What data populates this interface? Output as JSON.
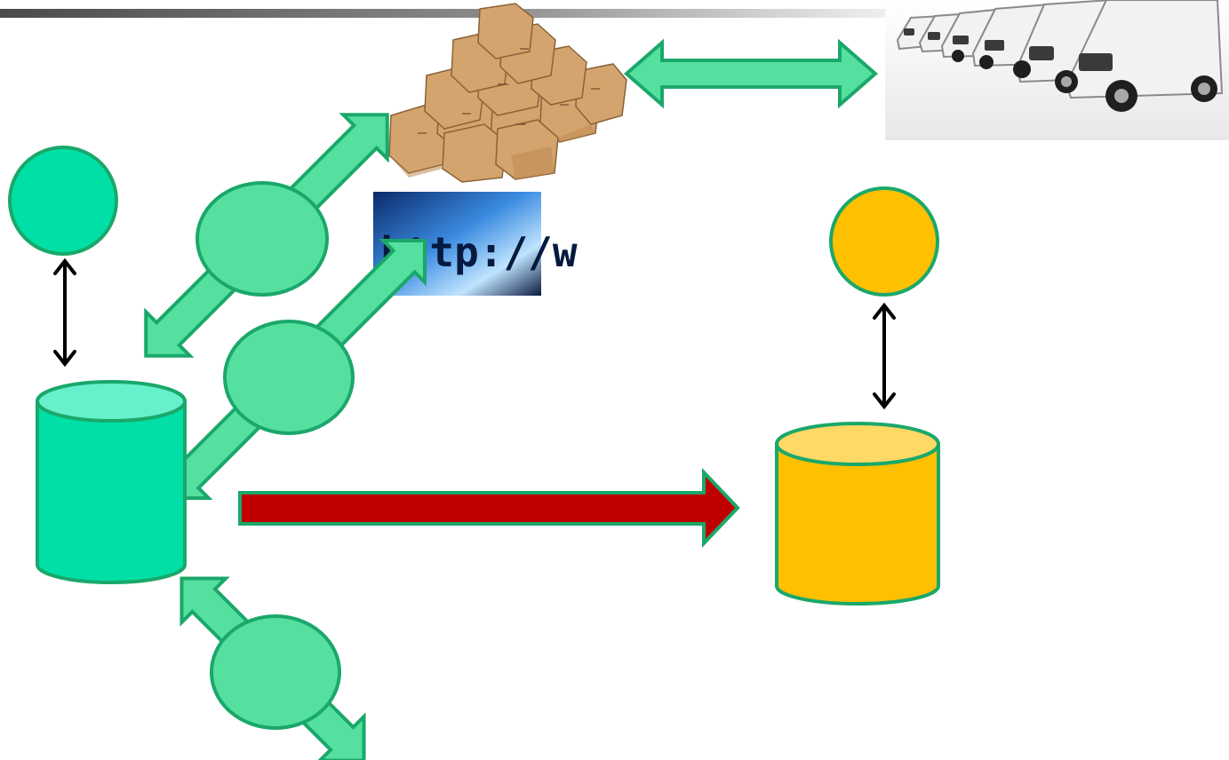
{
  "colors": {
    "green_fill": "#55e0a0",
    "green_stroke": "#1aa86a",
    "teal_fill": "#00e0a6",
    "teal_top": "#66f0cc",
    "yellow_fill": "#ffc000",
    "yellow_top": "#ffd966",
    "red_fill": "#c00000",
    "arrow_black": "#000000"
  },
  "images": {
    "boxes": "cardboard-boxes-pile",
    "vans": "delivery-van-fleet",
    "web": "web-address-bar"
  },
  "web_banner": {
    "url_text": "http://w"
  }
}
